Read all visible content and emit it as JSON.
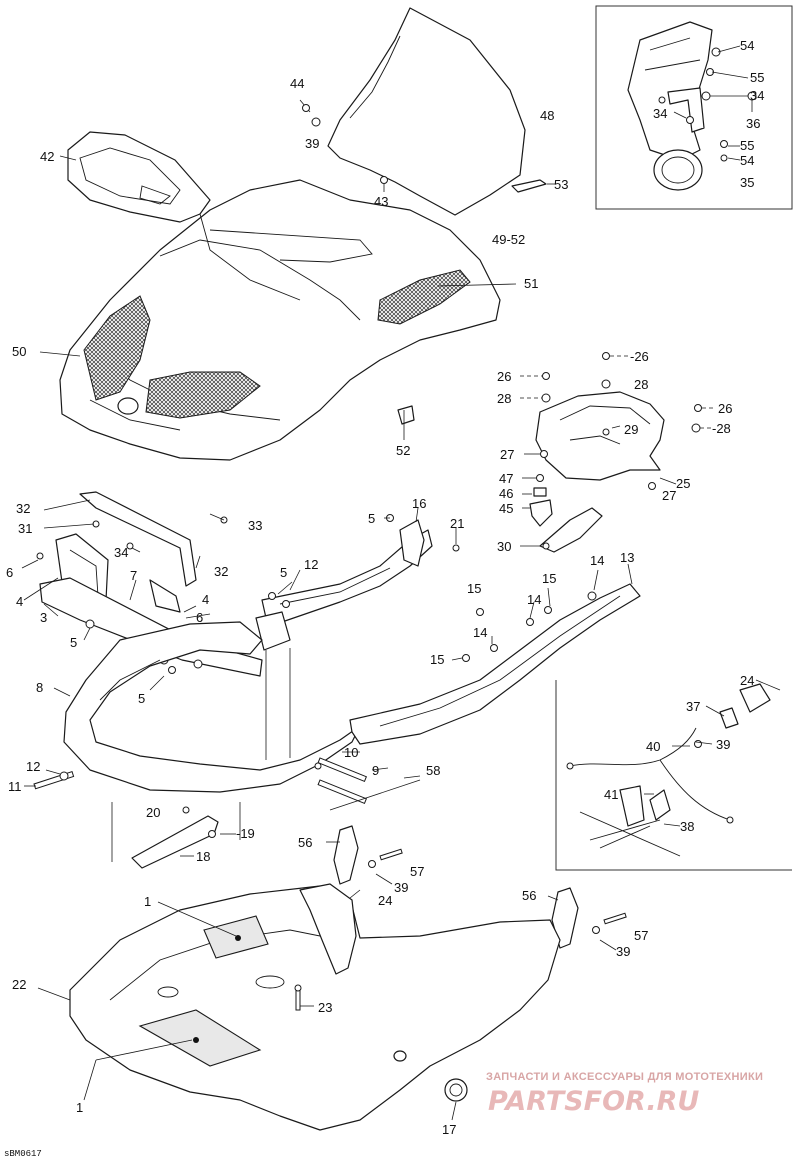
{
  "figure_code": "sBM0617",
  "watermark": {
    "tagline": "ЗАПЧАСТИ И АКСЕССУАРЫ ДЛЯ МОТОТЕХНИКИ",
    "brand": "PARTSFOR.RU",
    "color": "#e6b0b0"
  },
  "callouts": {
    "c54a": "54",
    "c55a": "55",
    "c34a": "34",
    "c34b": "34",
    "c36": "36",
    "c55b": "55",
    "c54b": "54",
    "c35": "35",
    "c44": "44",
    "c39a": "39",
    "c43": "43",
    "c48": "48",
    "c53": "53",
    "c42": "42",
    "c4952": "49-52",
    "c51": "51",
    "c50": "50",
    "c52": "52",
    "c26a": "26",
    "c26b": "-26",
    "c28a": "28",
    "c28b": "28",
    "c26c": "26",
    "c28c": "-28",
    "c29": "29",
    "c27a": "27",
    "c25": "25",
    "c27b": "27",
    "c47": "47",
    "c46": "46",
    "c45": "45",
    "c30": "30",
    "c32a": "32",
    "c31": "31",
    "c33": "33",
    "c16": "16",
    "c5a": "5",
    "c21": "21",
    "c34c": "34",
    "c32b": "32",
    "c6a": "6",
    "c12a": "12",
    "c5b": "5",
    "c7": "7",
    "c4a": "4",
    "c4b": "4",
    "c3": "3",
    "c6b": "6",
    "c5c": "5",
    "c14a": "14",
    "c13": "13",
    "c15a": "15",
    "c15b": "15",
    "c14b": "14",
    "c14c": "14",
    "c15c": "15",
    "c8": "8",
    "c5d": "5",
    "c24a": "24",
    "c37": "37",
    "c39b": "39",
    "c40": "40",
    "c41": "41",
    "c38": "38",
    "c10": "10",
    "c9": "9",
    "c58": "58",
    "c12b": "12",
    "c11": "11",
    "c20": "20",
    "c19": "-19",
    "c18": "18",
    "c56a": "56",
    "c57a": "57",
    "c39c": "39",
    "c24b": "24",
    "c56b": "56",
    "c57b": "57",
    "c39d": "39",
    "c1a": "1",
    "c22": "22",
    "c23": "23",
    "c1b": "1",
    "c17": "17"
  }
}
